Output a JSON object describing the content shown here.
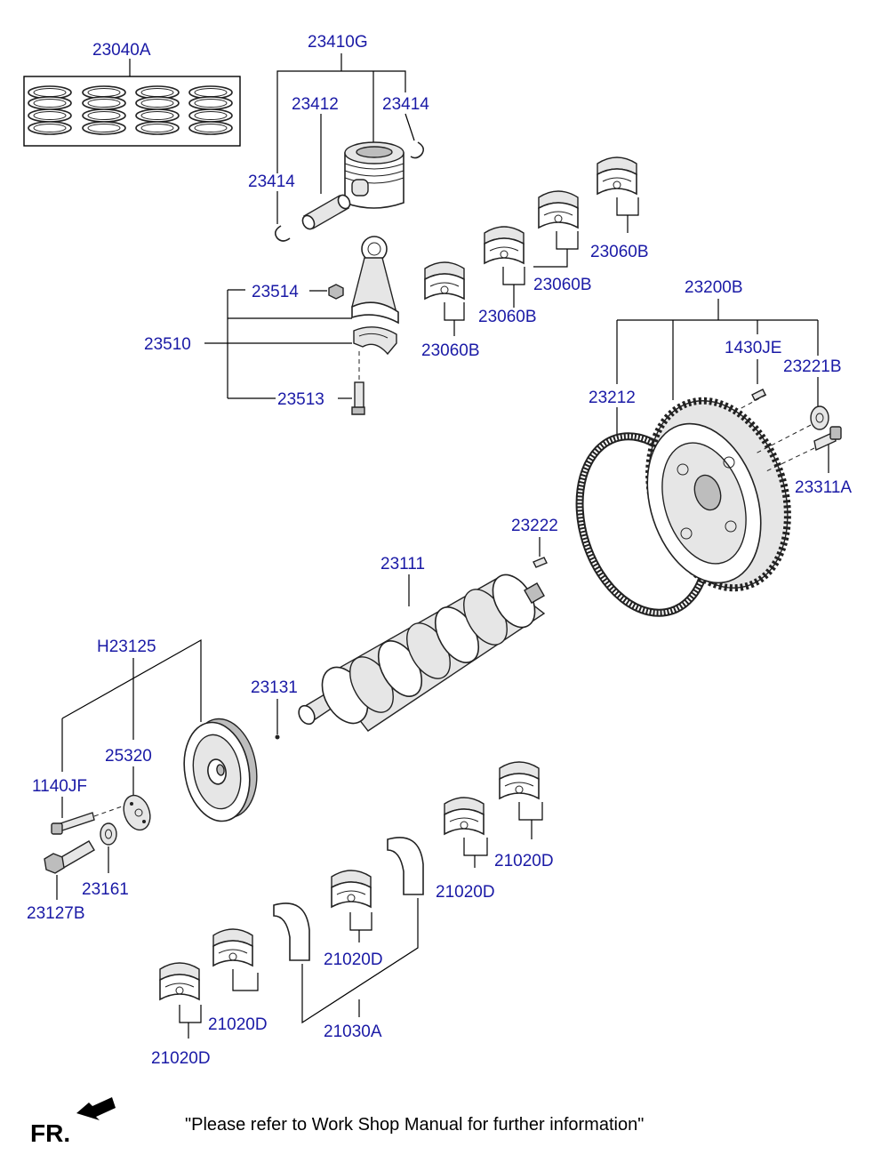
{
  "labels": {
    "p23040A": "23040A",
    "p23410G": "23410G",
    "p23412": "23412",
    "p23414_top": "23414",
    "p23414_left": "23414",
    "p23060B_1": "23060B",
    "p23060B_2": "23060B",
    "p23060B_3": "23060B",
    "p23060B_4": "23060B",
    "p23514": "23514",
    "p23510": "23510",
    "p23513": "23513",
    "p23200B": "23200B",
    "p1430JE": "1430JE",
    "p23221B": "23221B",
    "p23212": "23212",
    "p23311A": "23311A",
    "p23222": "23222",
    "p23111": "23111",
    "pH23125": "H23125",
    "p23131": "23131",
    "p25320": "25320",
    "p1140JF": "1140JF",
    "p23161": "23161",
    "p23127B": "23127B",
    "p21020D_1": "21020D",
    "p21020D_2": "21020D",
    "p21020D_3": "21020D",
    "p21020D_4": "21020D",
    "p21020D_5": "21020D",
    "p21030A": "21030A"
  },
  "footer": {
    "direction": "FR.",
    "note": "\"Please refer to Work Shop Manual for further information\""
  },
  "colors": {
    "label": "#1a1aa6",
    "line": "#000000"
  }
}
